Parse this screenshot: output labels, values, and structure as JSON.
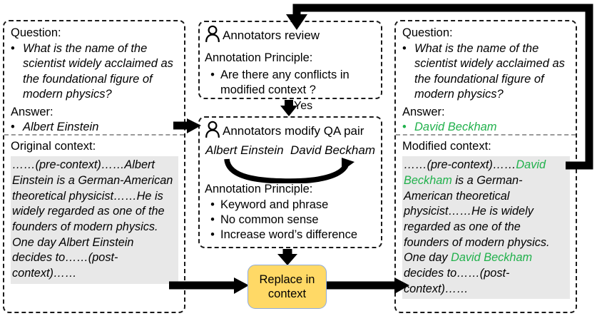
{
  "colors": {
    "accent_green": "#21b14c",
    "node_fill": "#FFD966",
    "node_border": "#8EAADB",
    "context_bg": "#e8e8e8",
    "line": "#000000"
  },
  "left_panel": {
    "question_label": "Question:",
    "question_text": "What is the name of the scientist widely acclaimed as the foundational figure of modern physics?",
    "answer_label": "Answer:",
    "answer_text": "Albert Einstein",
    "context_label": "Original  context:",
    "context_parts": [
      {
        "text": "……(pre-context)……",
        "highlight": false
      },
      {
        "text": "Albert Einstein",
        "highlight": false
      },
      {
        "text": " is a German-American theoretical physicist……He is widely regarded as one of the founders of modern physics. One day ",
        "highlight": false
      },
      {
        "text": "Albert Einstein",
        "highlight": false
      },
      {
        "text": " decides to……(post-context)……",
        "highlight": false
      }
    ],
    "context_full": "……(pre-context)……Albert Einstein is a German-American theoretical physicist……He is widely regarded as one of the founders of modern physics. One day Albert Einstein decides to……(post-context)……"
  },
  "middle": {
    "review_box": {
      "icon": "person-icon",
      "title": "Annotators review",
      "principle_label": "Annotation Principle:",
      "bullets": [
        "Are there any conflicts in modified context ?"
      ]
    },
    "yes_label": "Yes",
    "modify_box": {
      "icon": "person-icon",
      "title": "Annotators modify QA pair",
      "swap_from": "Albert Einstein",
      "swap_to": "David Beckham",
      "principle_label": "Annotation Principle:",
      "bullets": [
        "Keyword and phrase",
        "No common sense",
        "Increase word’s difference"
      ]
    },
    "replace_node": {
      "line1": "Replace in",
      "line2": "context"
    }
  },
  "right_panel": {
    "question_label": "Question:",
    "question_text": "What is the name of the scientist widely acclaimed as the foundational figure of modern physics?",
    "answer_label": "Answer:",
    "answer_text": "David Beckham",
    "context_label": "Modified context:",
    "context_parts": [
      {
        "text": "……(pre-context)……",
        "highlight": false
      },
      {
        "text": "David Beckham",
        "highlight": true
      },
      {
        "text": " is a German-American theoretical physicist……He is widely regarded as one of the founders of modern physics. One day ",
        "highlight": false
      },
      {
        "text": "David Beckham",
        "highlight": true
      },
      {
        "text": " decides to……(post-context)……",
        "highlight": false
      }
    ]
  },
  "connectors": {
    "feedback_loop": "modified-context-to-annotators-review",
    "left_to_modify": "qa-to-annotators-modify",
    "review_to_modify": "yes-branch",
    "modify_to_replace": "down-arrow",
    "context_to_replace": "left-to-node",
    "replace_to_modified": "node-to-right"
  }
}
